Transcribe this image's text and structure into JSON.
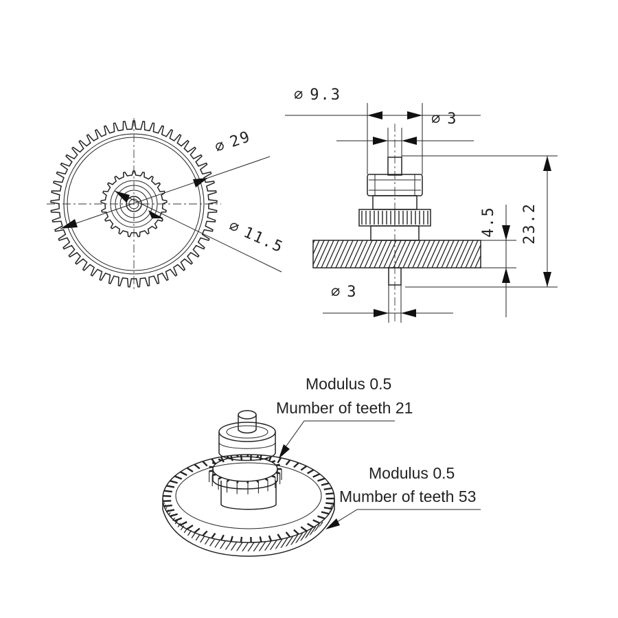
{
  "dimensions": {
    "top_view": {
      "outer_diameter": "29",
      "inner_diameter": "11.5"
    },
    "side_view": {
      "collar_diameter": "9.3",
      "shaft_diameter_top": "3",
      "shaft_diameter_bottom": "3",
      "overall_height": "23.2",
      "gear_offset": "4.5"
    },
    "diameter_symbol": "⌀"
  },
  "callouts": {
    "small_gear": {
      "modulus": "Modulus 0.5",
      "teeth": "Mumber of teeth 21"
    },
    "large_gear": {
      "modulus": "Modulus 0.5",
      "teeth": "Mumber of teeth 53"
    }
  },
  "gear_teeth": {
    "small": 21,
    "large": 53
  }
}
